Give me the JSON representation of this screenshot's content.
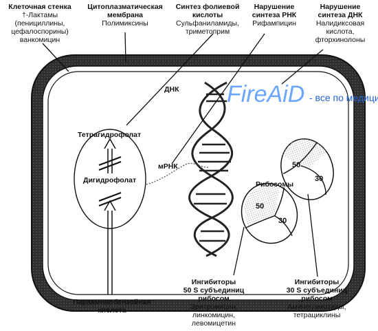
{
  "top_labels": {
    "cell_wall": {
      "title": "Клеточная стенка",
      "lines": [
        "†-Лактамы",
        "(пенициллины,",
        "цефалоспорины)",
        "ванкомицин"
      ]
    },
    "membrane": {
      "title_lines": [
        "Цитоплазматическая",
        "мембрана"
      ],
      "lines": [
        "Полимиксины"
      ]
    },
    "folic": {
      "title_lines": [
        "Синтез фолиевой",
        "кислоты"
      ],
      "lines": [
        "Сульфаниламиды,",
        "триметоприм"
      ]
    },
    "rna": {
      "title_lines": [
        "Нарушение",
        "синтеза РНК"
      ],
      "lines": [
        "Рифампицин"
      ]
    },
    "dna": {
      "title_lines": [
        "Нарушение",
        "синтеза ДНК"
      ],
      "lines": [
        "Налидиксовая",
        "кислота,",
        "фторхинолоны"
      ]
    }
  },
  "inner_labels": {
    "dna": "ДНК",
    "mrna": "мРНК",
    "thf": "Тетрагидрофолат",
    "dhf": "Дигидрофолат",
    "ribosomes": "Рибосомы"
  },
  "ribosomes": [
    {
      "large": "50",
      "small": "30"
    },
    {
      "large": "50",
      "small": "30"
    }
  ],
  "bottom_labels": {
    "paba": {
      "lines": [
        "Парааминобензойная",
        "кислота"
      ]
    },
    "inh50": {
      "title_lines": [
        "Ингибиторы",
        "50 S субъединиц",
        "рибосом"
      ],
      "lines": [
        "Эритромицин,",
        "линкомицин,",
        "левомицетин"
      ]
    },
    "inh30": {
      "title_lines": [
        "Ингибиторы",
        "30 S субъединиц",
        "рибосом"
      ],
      "lines": [
        "Аминогликозиды,",
        "тетрациклины"
      ]
    }
  },
  "watermark": {
    "logo": "FireAiD",
    "slogan": "- все по медицине."
  },
  "colors": {
    "ink": "#111111",
    "wall": "#3a3a3a",
    "stipple": "#bcbcbc",
    "logo": "#6aa6ff",
    "slogan": "#1f63d6"
  }
}
